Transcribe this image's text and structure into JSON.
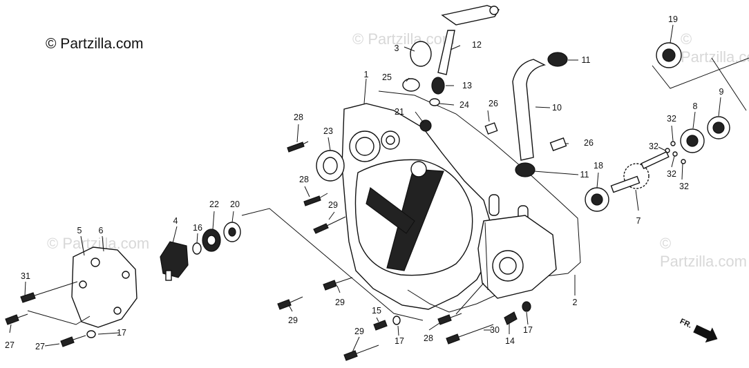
{
  "copyright": "© Partzilla.com",
  "watermark": "© Partzilla.com",
  "direction_label": "FR.",
  "callouts": [
    {
      "id": "c1",
      "text": "1"
    },
    {
      "id": "c2",
      "text": "2"
    },
    {
      "id": "c3",
      "text": "3"
    },
    {
      "id": "c4",
      "text": "4"
    },
    {
      "id": "c5",
      "text": "5"
    },
    {
      "id": "c6",
      "text": "6"
    },
    {
      "id": "c7",
      "text": "7"
    },
    {
      "id": "c8",
      "text": "8"
    },
    {
      "id": "c9",
      "text": "9"
    },
    {
      "id": "c10",
      "text": "10"
    },
    {
      "id": "c11a",
      "text": "11"
    },
    {
      "id": "c11b",
      "text": "11"
    },
    {
      "id": "c12",
      "text": "12"
    },
    {
      "id": "c13",
      "text": "13"
    },
    {
      "id": "c14",
      "text": "14"
    },
    {
      "id": "c15",
      "text": "15"
    },
    {
      "id": "c16",
      "text": "16"
    },
    {
      "id": "c17a",
      "text": "17"
    },
    {
      "id": "c17b",
      "text": "17"
    },
    {
      "id": "c17c",
      "text": "17"
    },
    {
      "id": "c18",
      "text": "18"
    },
    {
      "id": "c19",
      "text": "19"
    },
    {
      "id": "c20",
      "text": "20"
    },
    {
      "id": "c21",
      "text": "21"
    },
    {
      "id": "c22",
      "text": "22"
    },
    {
      "id": "c23",
      "text": "23"
    },
    {
      "id": "c24",
      "text": "24"
    },
    {
      "id": "c25",
      "text": "25"
    },
    {
      "id": "c26a",
      "text": "26"
    },
    {
      "id": "c26b",
      "text": "26"
    },
    {
      "id": "c27a",
      "text": "27"
    },
    {
      "id": "c27b",
      "text": "27"
    },
    {
      "id": "c28a",
      "text": "28"
    },
    {
      "id": "c28b",
      "text": "28"
    },
    {
      "id": "c28c",
      "text": "28"
    },
    {
      "id": "c29a",
      "text": "29"
    },
    {
      "id": "c29b",
      "text": "29"
    },
    {
      "id": "c29c",
      "text": "29"
    },
    {
      "id": "c29d",
      "text": "29"
    },
    {
      "id": "c30",
      "text": "30"
    },
    {
      "id": "c31",
      "text": "31"
    },
    {
      "id": "c32a",
      "text": "32"
    },
    {
      "id": "c32b",
      "text": "32"
    },
    {
      "id": "c32c",
      "text": "32"
    },
    {
      "id": "c32d",
      "text": "32"
    }
  ]
}
